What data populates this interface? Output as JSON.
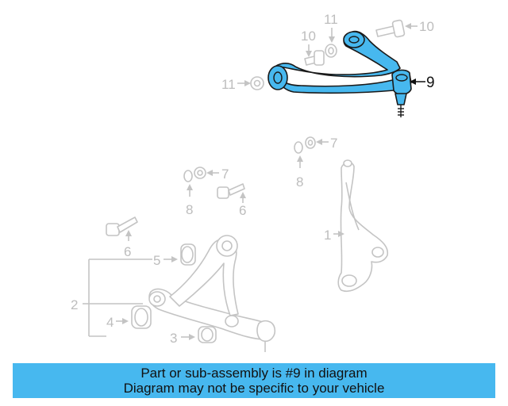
{
  "diagram": {
    "highlight_color": "#47b8ef",
    "highlighted_callout": "9",
    "callouts": {
      "c9": "9",
      "c10a": "10",
      "c10b": "10",
      "c11a": "11",
      "c11b": "11",
      "c7a": "7",
      "c7b": "7",
      "c8a": "8",
      "c8b": "8",
      "c6a": "6",
      "c6b": "6",
      "c1": "1",
      "c2": "2",
      "c3": "3",
      "c4": "4",
      "c5": "5"
    }
  },
  "banner": {
    "line1": "Part or sub-assembly is #9 in diagram",
    "line2": "Diagram may not be specific to your vehicle",
    "background": "#47b8ef"
  }
}
